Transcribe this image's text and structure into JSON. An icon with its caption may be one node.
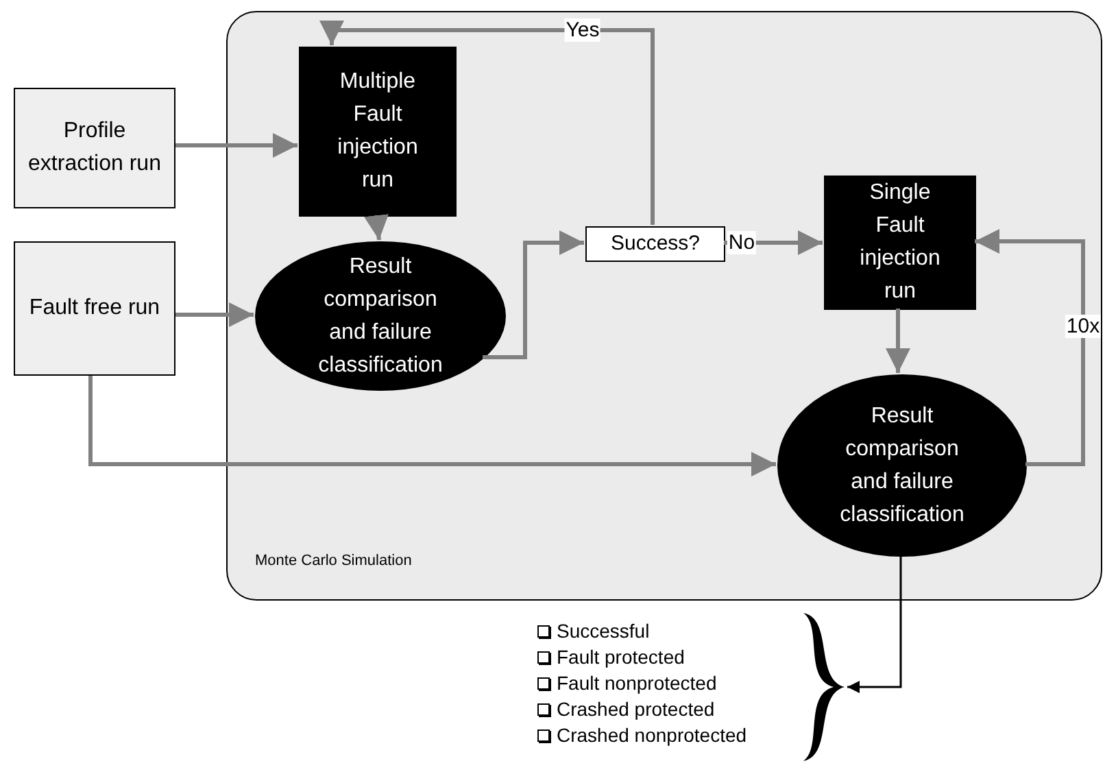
{
  "diagram": {
    "nodes": [
      {
        "text": [
          "Monte Carlo Simulation"
        ]
      },
      {
        "text": [
          "Profile extraction run"
        ]
      },
      {
        "text": [
          "Multiple Fault injection run"
        ],
        "in": 0
      },
      {
        "text": [
          "Fault free run"
        ]
      },
      {
        "text": [
          "Result comparison and failure classification"
        ],
        "in": 0
      },
      {
        "text": [
          "Success?"
        ],
        "in": 0
      },
      {
        "text": [
          "Single Fault injection run"
        ],
        "in": 0
      },
      {
        "text": [
          "Result comparison and failure classification"
        ],
        "in": 0
      },
      {
        "text": [
          "Successful",
          "Fault protected",
          "Fault nonprotected",
          "Crashed protected",
          "Crashed nonprotected"
        ]
      },
      {
        "text": [],
        "shape": "brace"
      }
    ],
    "edges": [
      {
        "from": 1,
        "to": 2,
        "arrow": "to"
      },
      {
        "from": 2,
        "to": 4,
        "arrow": "to"
      },
      {
        "from": 3,
        "to": 4,
        "arrow": "to"
      },
      {
        "from": 4,
        "to": 5,
        "arrow": "to"
      },
      {
        "from": 5,
        "to": 2,
        "arrow": "to",
        "label": "Yes"
      },
      {
        "from": 5,
        "to": 6,
        "arrow": "to",
        "label": "No"
      },
      {
        "from": 3,
        "to": 7,
        "arrow": "to"
      },
      {
        "from": 7,
        "to": 6,
        "arrow": "to",
        "label": "10x"
      },
      {
        "from": 6,
        "to": 7,
        "arrow": "to"
      },
      {
        "from": 7,
        "to": 9,
        "arrow": "to",
        "color": "#000000"
      }
    ]
  }
}
